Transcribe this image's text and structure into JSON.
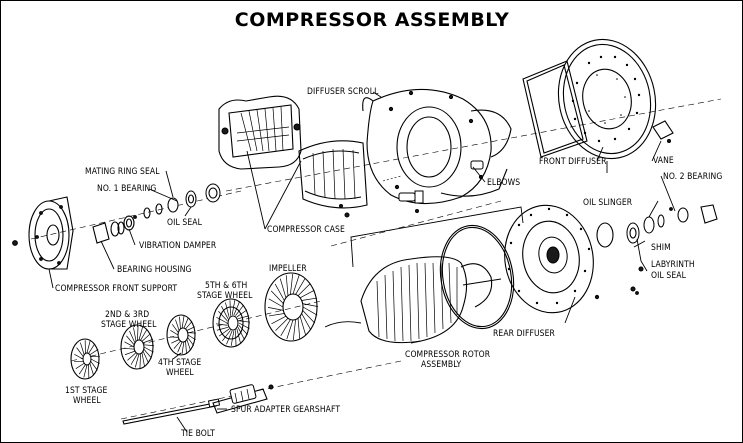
{
  "title": "COMPRESSOR ASSEMBLY",
  "labels": {
    "diffuser_scroll": "DIFFUSER SCROLL",
    "front_diffuser": "FRONT DIFFUSER",
    "vane": "VANE",
    "elbows": "ELBOWS",
    "no2_bearing": "NO. 2 BEARING",
    "oil_slinger": "OIL SLINGER",
    "shim": "SHIM",
    "labyrinth_1": "LABYRINTH",
    "labyrinth_2": "OIL SEAL",
    "mating_ring_seal": "MATING RING SEAL",
    "no1_bearing": "NO. 1 BEARING",
    "oil_seal": "OIL SEAL",
    "vibration_damper": "VIBRATION DAMPER",
    "bearing_housing": "BEARING HOUSING",
    "compressor_case": "COMPRESSOR CASE",
    "compressor_front_support": "COMPRESSOR FRONT SUPPORT",
    "impeller": "IMPELLER",
    "stage56_1": "5TH & 6TH",
    "stage56_2": "STAGE WHEEL",
    "stage23_1": "2ND & 3RD",
    "stage23_2": "STAGE WHEEL",
    "stage4_1": "4TH STAGE",
    "stage4_2": "WHEEL",
    "stage1_1": "1ST STAGE",
    "stage1_2": "WHEEL",
    "rear_diffuser": "REAR DIFFUSER",
    "rotor_1": "COMPRESSOR ROTOR",
    "rotor_2": "ASSEMBLY",
    "spur_adapter": "SPUR ADAPTER GEARSHAFT",
    "tie_bolt": "TIE BOLT"
  }
}
